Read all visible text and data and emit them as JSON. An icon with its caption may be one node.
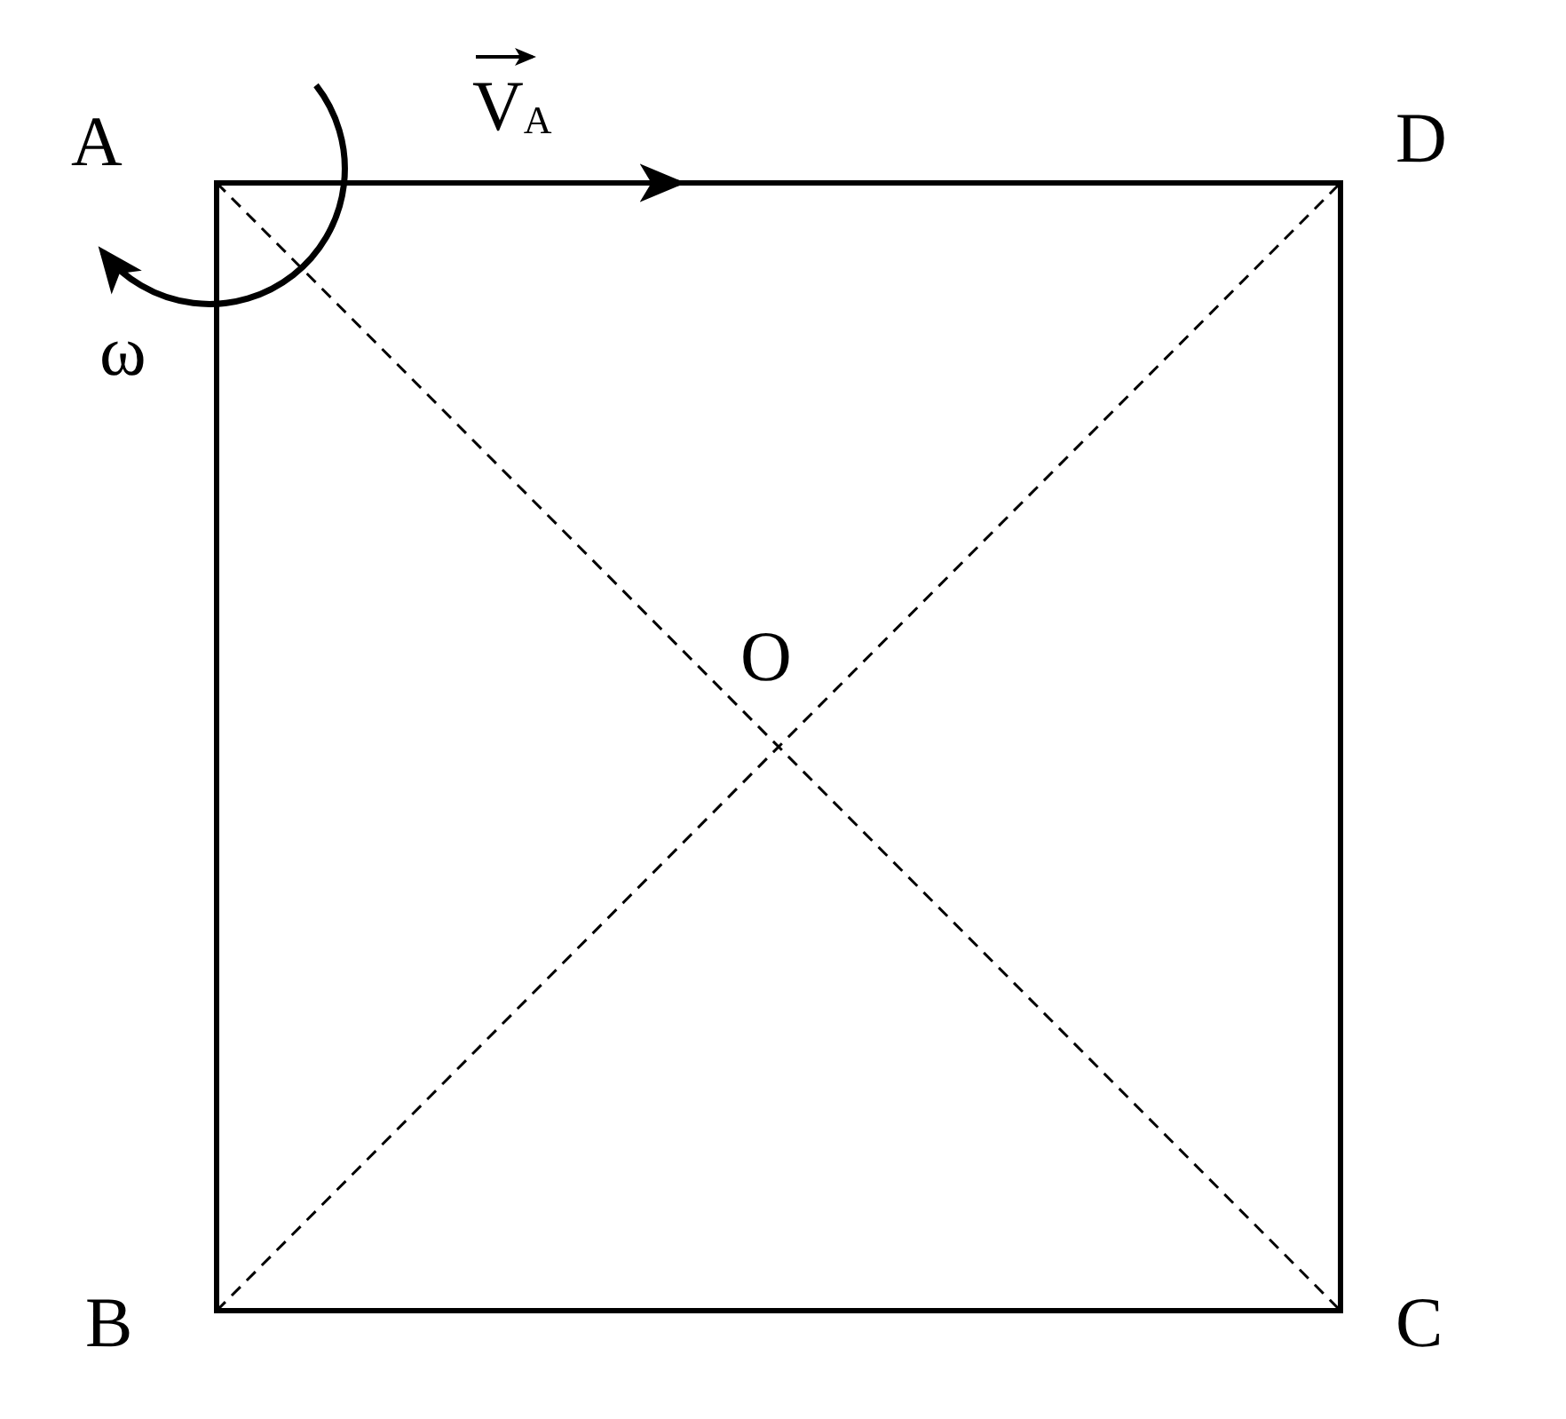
{
  "diagram": {
    "labels": [
      "A",
      "V$_{A}$",
      "D",
      "ω",
      "O",
      "B",
      "C"
    ]
  }
}
